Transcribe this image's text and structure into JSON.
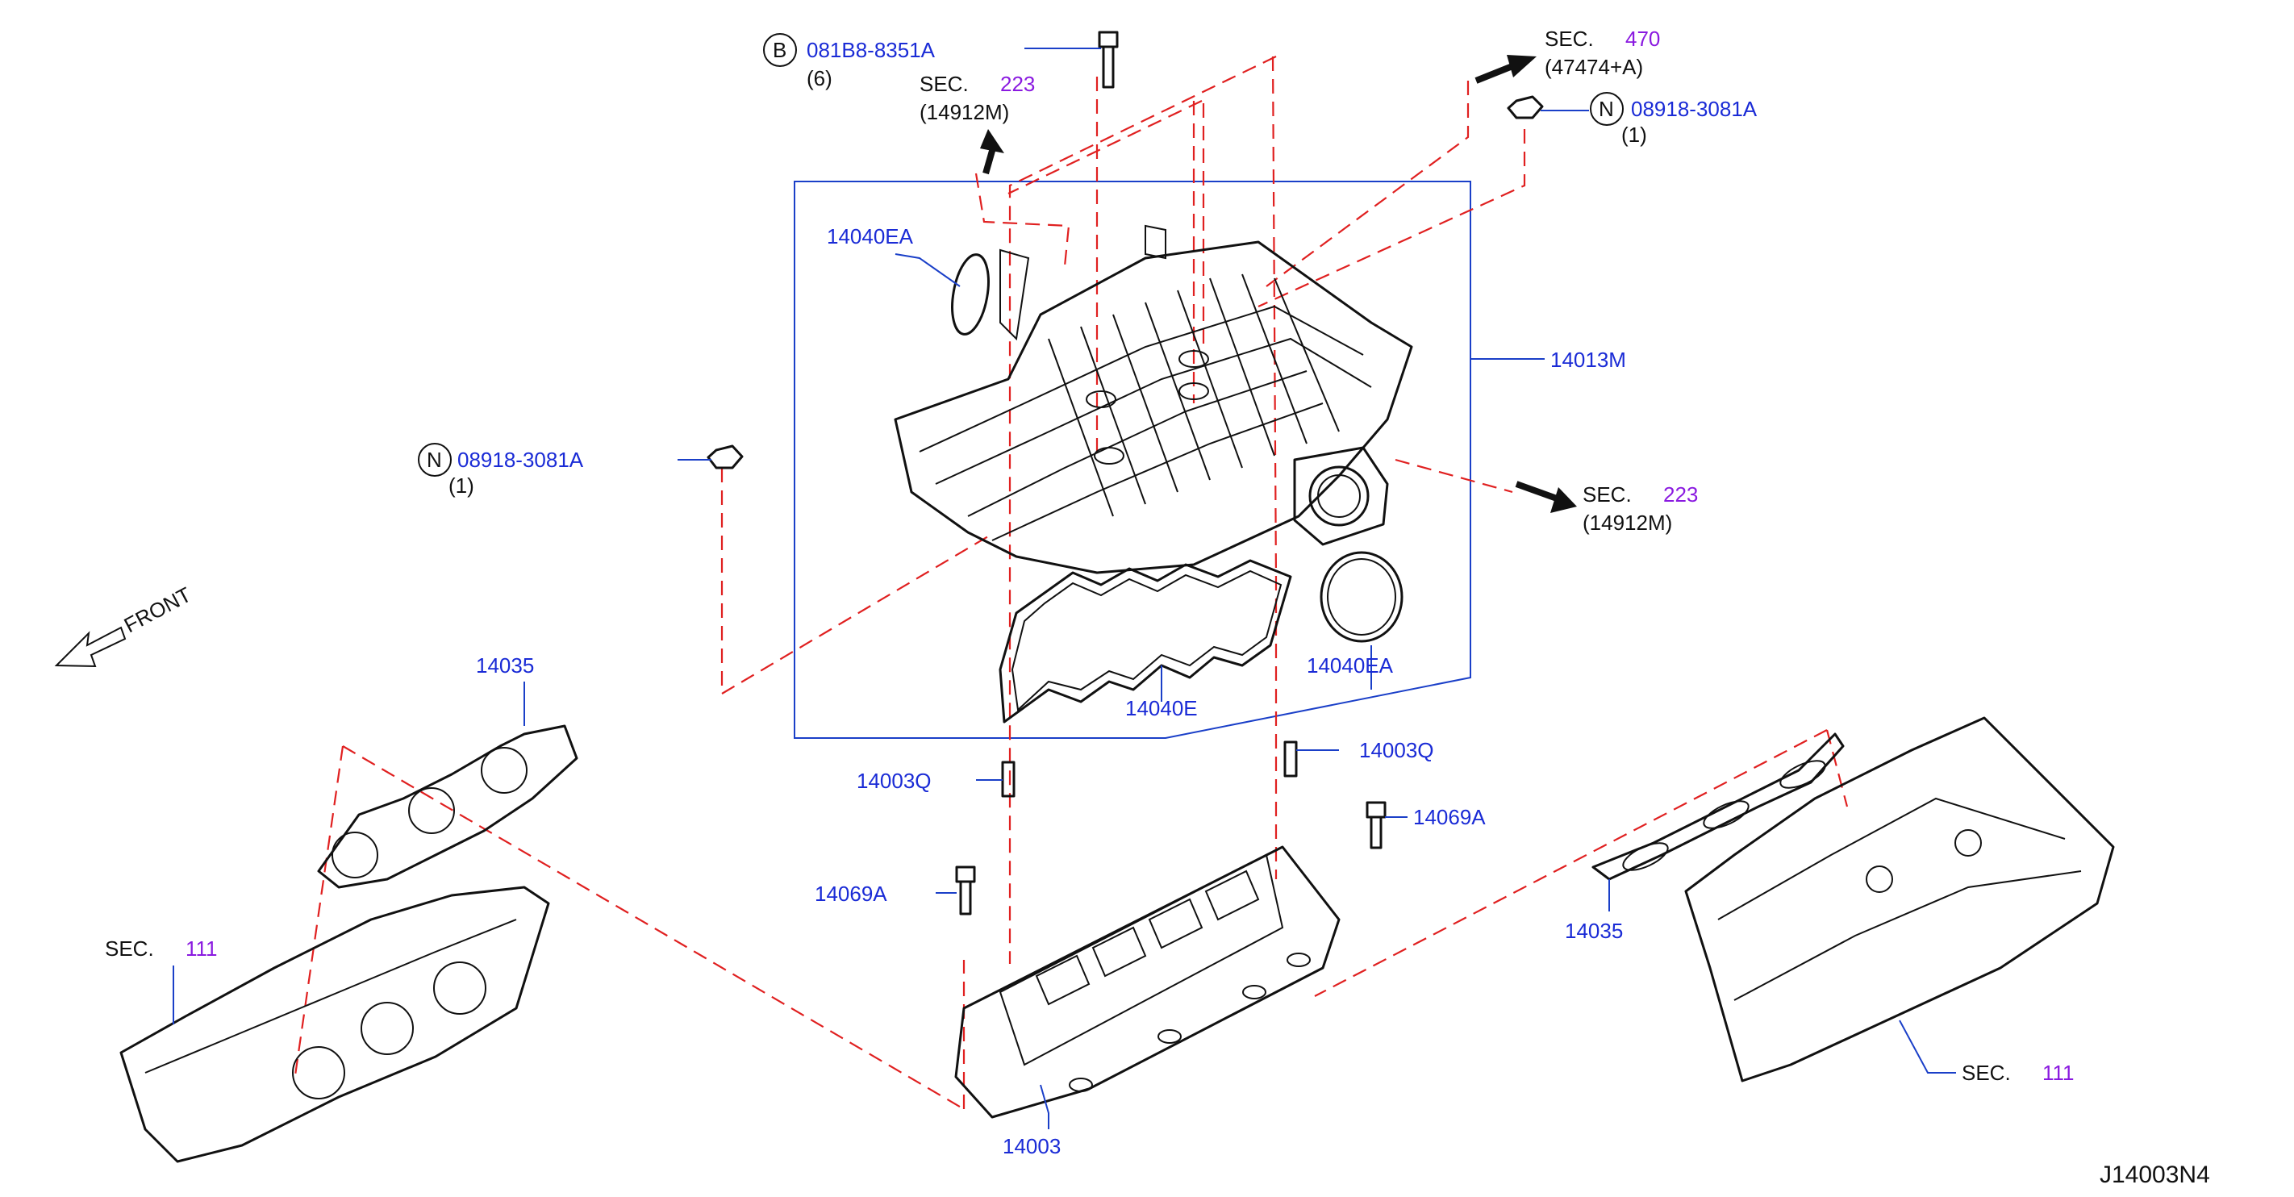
{
  "diagram_code": "J14003N4",
  "front_label": "FRONT",
  "callouts": {
    "bolt_b": {
      "symbol": "B",
      "part": "081B8-8351A",
      "qty": "(6)"
    },
    "nut_n_top": {
      "symbol": "N",
      "part": "08918-3081A",
      "qty": "(1)"
    },
    "nut_n_left": {
      "symbol": "N",
      "part": "08918-3081A",
      "qty": "(1)"
    },
    "sec_223_top": {
      "prefix": "SEC.",
      "num": "223",
      "sub": "(14912M)"
    },
    "sec_470": {
      "prefix": "SEC.",
      "num": "470",
      "sub": "(47474+A)"
    },
    "sec_223_right": {
      "prefix": "SEC.",
      "num": "223",
      "sub": "(14912M)"
    },
    "sec_111_left": {
      "prefix": "SEC.",
      "num": "111"
    },
    "sec_111_right": {
      "prefix": "SEC.",
      "num": "111"
    },
    "p14040ea_top": "14040EA",
    "p14013m": "14013M",
    "p14040ea_bottom": "14040EA",
    "p14040e": "14040E",
    "p14035_left": "14035",
    "p14035_right": "14035",
    "p14003q_left": "14003Q",
    "p14003q_right": "14003Q",
    "p14069a_left": "14069A",
    "p14069a_right": "14069A",
    "p14003": "14003"
  },
  "colors": {
    "part_number": "#1a2bd6",
    "section_number": "#8a1ae0",
    "leader": "#1a3fc8",
    "phantom_line": "#e02020",
    "outline": "#111111"
  }
}
